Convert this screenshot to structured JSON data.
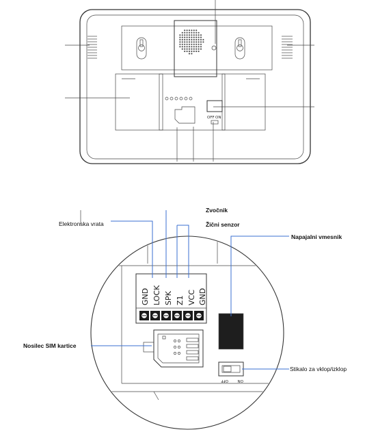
{
  "labels": {
    "doorbell": "Elektronska vrata",
    "speaker": "Zvočnik",
    "wired_sensor": "Žični senzor",
    "power_socket": "Napajalni vmesnik",
    "sim_holder": "Nosilec SIM kartice",
    "power_switch": "Stikalo za vklop/izklop"
  },
  "terminals": [
    "GND",
    "LOCK",
    "SPK",
    "Z1",
    "VCC",
    "GND"
  ],
  "switch_labels": {
    "off": "OFF",
    "on": "ON"
  },
  "icons": [
    "speaker-grille",
    "mounting-hole",
    "sim-card-slot",
    "terminal-screw",
    "power-socket",
    "slide-switch"
  ]
}
